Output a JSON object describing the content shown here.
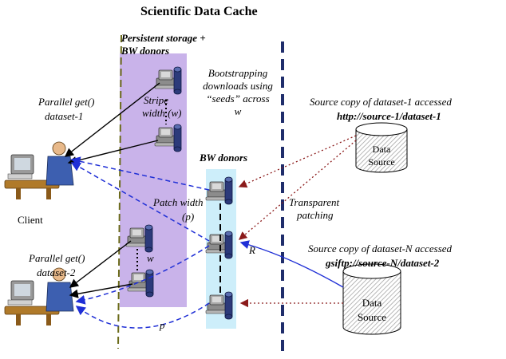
{
  "title": "Scientific Data Cache",
  "labels": {
    "persistent_storage_line1": "Persistent storage +",
    "persistent_storage_line2": "BW donors",
    "bootstrapping_line1": "Bootstrapping",
    "bootstrapping_line2": "downloads using",
    "bootstrapping_line3": "“seeds” across",
    "bootstrapping_line4": "w",
    "stripe_width_line1": "Stripe",
    "stripe_width_line2": "width (w)",
    "bw_donors": "BW donors",
    "parallel_get_1_line1": "Parallel get()",
    "parallel_get_1_line2": "dataset-1",
    "parallel_get_2_line1": "Parallel get()",
    "parallel_get_2_line2": "dataset-2",
    "client": "Client",
    "patch_width_line1": "Patch width",
    "patch_width_line2": "(p)",
    "transparent_patching_line1": "Transparent",
    "transparent_patching_line2": "patching",
    "source1_caption": "Source copy of dataset-1 accessed",
    "source1_url": "http://source-1/dataset-1",
    "sourceN_caption": "Source copy of dataset-N accessed",
    "sourceN_url": "gsiftp://source-N/dataset-2",
    "w_label": "w",
    "p_label": "p",
    "r_label": "R",
    "data_source_1_line1": "Data",
    "data_source_1_line2": "Source",
    "data_source_2_line1": "Data",
    "data_source_2_line2": "Source"
  },
  "colors": {
    "purple_region": "#c9b3ea",
    "blue_region": "#cdeefa",
    "dashed_blue": "#1f2fd6",
    "dotted_red": "#8b1a1a",
    "olive_line": "#6b6b1a",
    "navy_line": "#1f2d6b"
  }
}
